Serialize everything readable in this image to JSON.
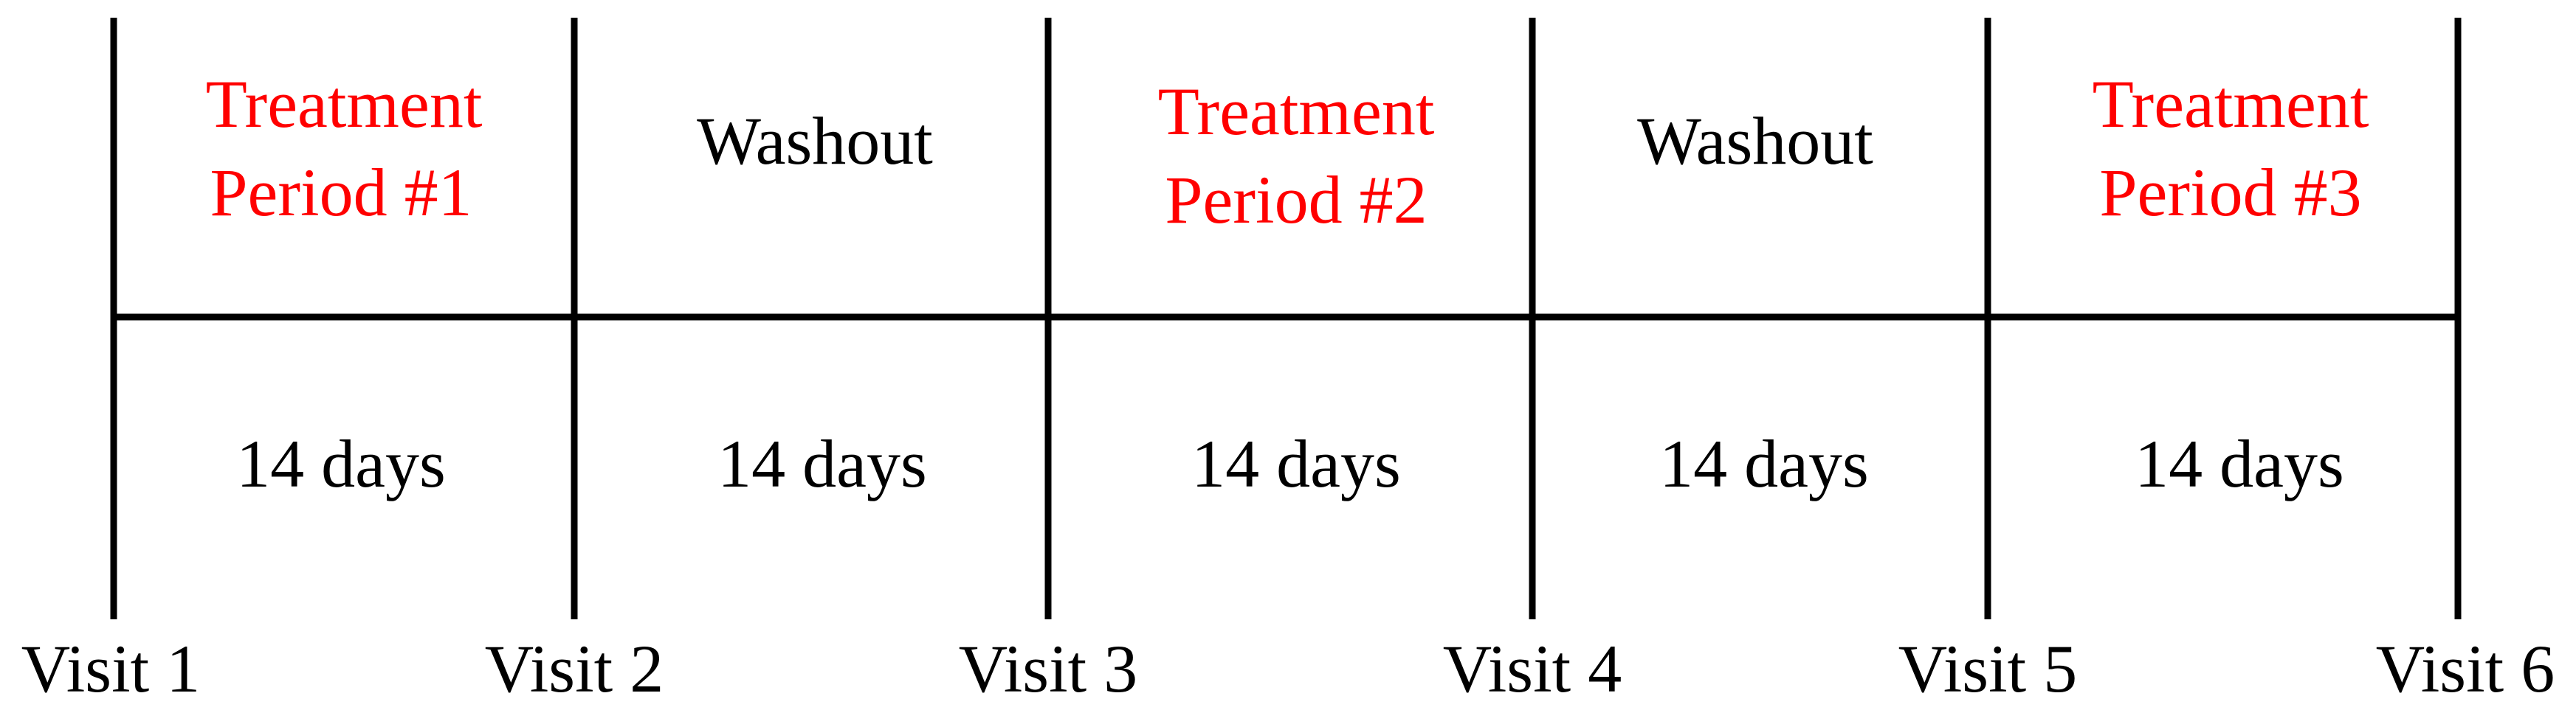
{
  "periods": [
    {
      "lines": [
        "Treatment",
        "Period #1"
      ],
      "duration": "14 days",
      "kind": "treatment"
    },
    {
      "lines": [
        "Washout"
      ],
      "duration": "14 days",
      "kind": "washout"
    },
    {
      "lines": [
        "Treatment",
        "Period #2"
      ],
      "duration": "14 days",
      "kind": "treatment"
    },
    {
      "lines": [
        "Washout"
      ],
      "duration": "14 days",
      "kind": "washout"
    },
    {
      "lines": [
        "Treatment",
        "Period #3"
      ],
      "duration": "14 days",
      "kind": "treatment"
    }
  ],
  "visits": [
    "Visit 1",
    "Visit 2",
    "Visit 3",
    "Visit 4",
    "Visit 5",
    "Visit 6"
  ],
  "colors": {
    "treatment": "#ff0000",
    "washout": "#000000",
    "line": "#000000"
  }
}
